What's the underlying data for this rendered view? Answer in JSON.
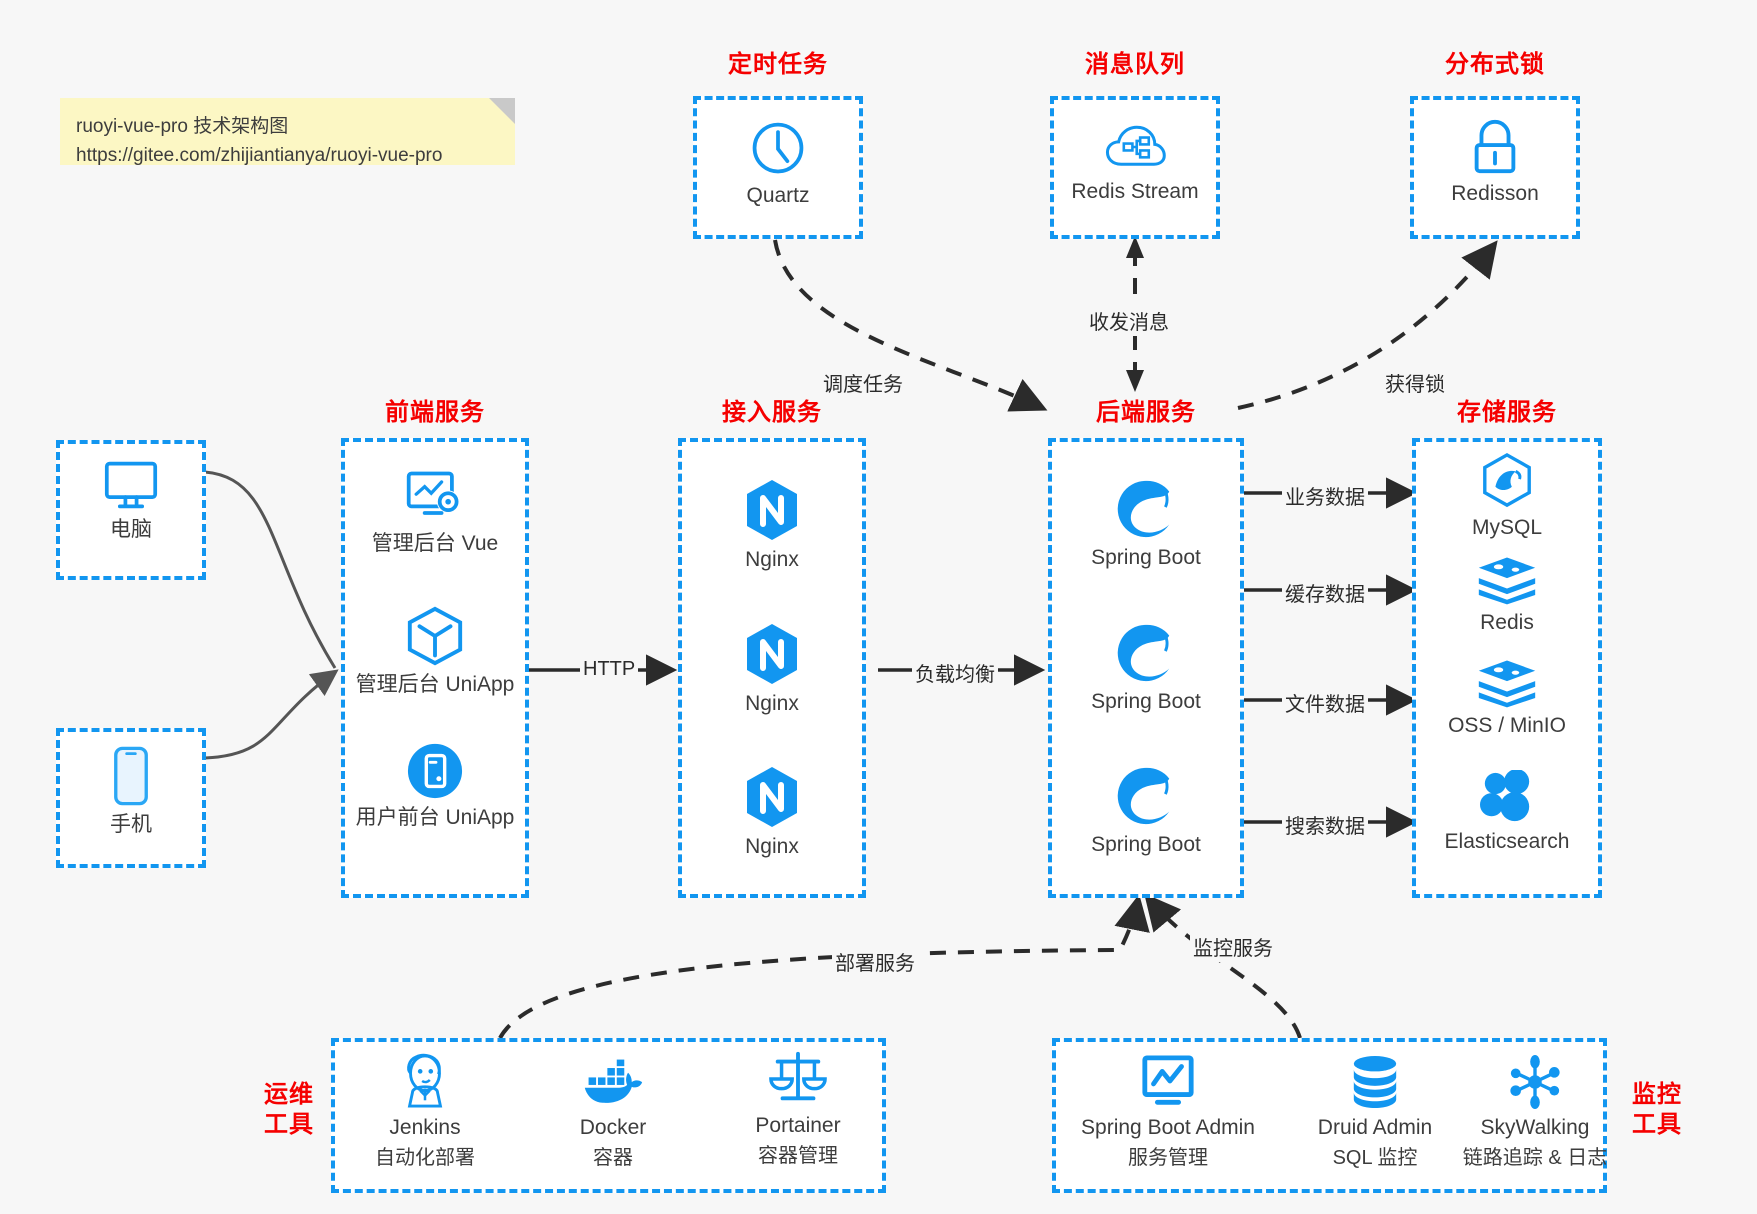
{
  "note": {
    "line1": "ruoyi-vue-pro 技术架构图",
    "line2": "https://gitee.com/zhijiantianya/ruoyi-vue-pro"
  },
  "colors": {
    "accent_blue": "#1296f0",
    "title_red": "#f50000",
    "note_yellow": "#fcf7c4",
    "arrow_gray": "#3d3d3d",
    "background": "#f7f7f7"
  },
  "groups": {
    "scheduled_task": {
      "title": "定时任务"
    },
    "message_queue": {
      "title": "消息队列"
    },
    "distributed_lock": {
      "title": "分布式锁"
    },
    "frontend_service": {
      "title": "前端服务"
    },
    "access_service": {
      "title": "接入服务"
    },
    "backend_service": {
      "title": "后端服务"
    },
    "storage_service": {
      "title": "存储服务"
    },
    "ops_tools": {
      "title": "运维\n工具",
      "line1": "运维",
      "line2": "工具"
    },
    "monitor_tools": {
      "title": "监控\n工具",
      "line1": "监控",
      "line2": "工具"
    }
  },
  "nodes": {
    "quartz": {
      "label": "Quartz",
      "icon": "clock-icon"
    },
    "redis_stream": {
      "label": "Redis Stream",
      "icon": "cloud-stream-icon"
    },
    "redisson": {
      "label": "Redisson",
      "icon": "lock-icon"
    },
    "pc": {
      "label": "电脑",
      "icon": "desktop-icon"
    },
    "mobile": {
      "label": "手机",
      "icon": "mobile-icon"
    },
    "admin_vue": {
      "label": "管理后台 Vue",
      "icon": "dashboard-icon"
    },
    "admin_uniapp": {
      "label": "管理后台 UniApp",
      "icon": "cube-icon"
    },
    "user_uniapp": {
      "label": "用户前台 UniApp",
      "icon": "app-icon"
    },
    "nginx1": {
      "label": "Nginx",
      "icon": "nginx-icon"
    },
    "nginx2": {
      "label": "Nginx",
      "icon": "nginx-icon"
    },
    "nginx3": {
      "label": "Nginx",
      "icon": "nginx-icon"
    },
    "springboot1": {
      "label": "Spring Boot",
      "icon": "spring-icon"
    },
    "springboot2": {
      "label": "Spring Boot",
      "icon": "spring-icon"
    },
    "springboot3": {
      "label": "Spring Boot",
      "icon": "spring-icon"
    },
    "mysql": {
      "label": "MySQL",
      "icon": "mysql-icon"
    },
    "redis": {
      "label": "Redis",
      "icon": "redis-icon"
    },
    "oss_minio": {
      "label": "OSS / MinIO",
      "icon": "redis-icon"
    },
    "elasticsearch": {
      "label": "Elasticsearch",
      "icon": "elasticsearch-icon"
    },
    "jenkins": {
      "label": "Jenkins",
      "sub": "自动化部署",
      "icon": "jenkins-icon"
    },
    "docker": {
      "label": "Docker",
      "sub": "容器",
      "icon": "docker-icon"
    },
    "portainer": {
      "label": "Portainer",
      "sub": "容器管理",
      "icon": "scales-icon"
    },
    "spring_boot_admin": {
      "label": "Spring Boot Admin",
      "sub": "服务管理",
      "icon": "monitor-chart-icon"
    },
    "druid_admin": {
      "label": "Druid Admin",
      "sub": "SQL 监控",
      "icon": "database-icon"
    },
    "skywalking": {
      "label": "SkyWalking",
      "sub": "链路追踪 & 日志",
      "icon": "network-nodes-icon"
    }
  },
  "edges": {
    "schedule_task": "调度任务",
    "send_receive_message": "收发消息",
    "acquire_lock": "获得锁",
    "http": "HTTP",
    "load_balance": "负载均衡",
    "business_data": "业务数据",
    "cache_data": "缓存数据",
    "file_data": "文件数据",
    "search_data": "搜索数据",
    "deploy_service": "部署服务",
    "monitor_service": "监控服务"
  }
}
